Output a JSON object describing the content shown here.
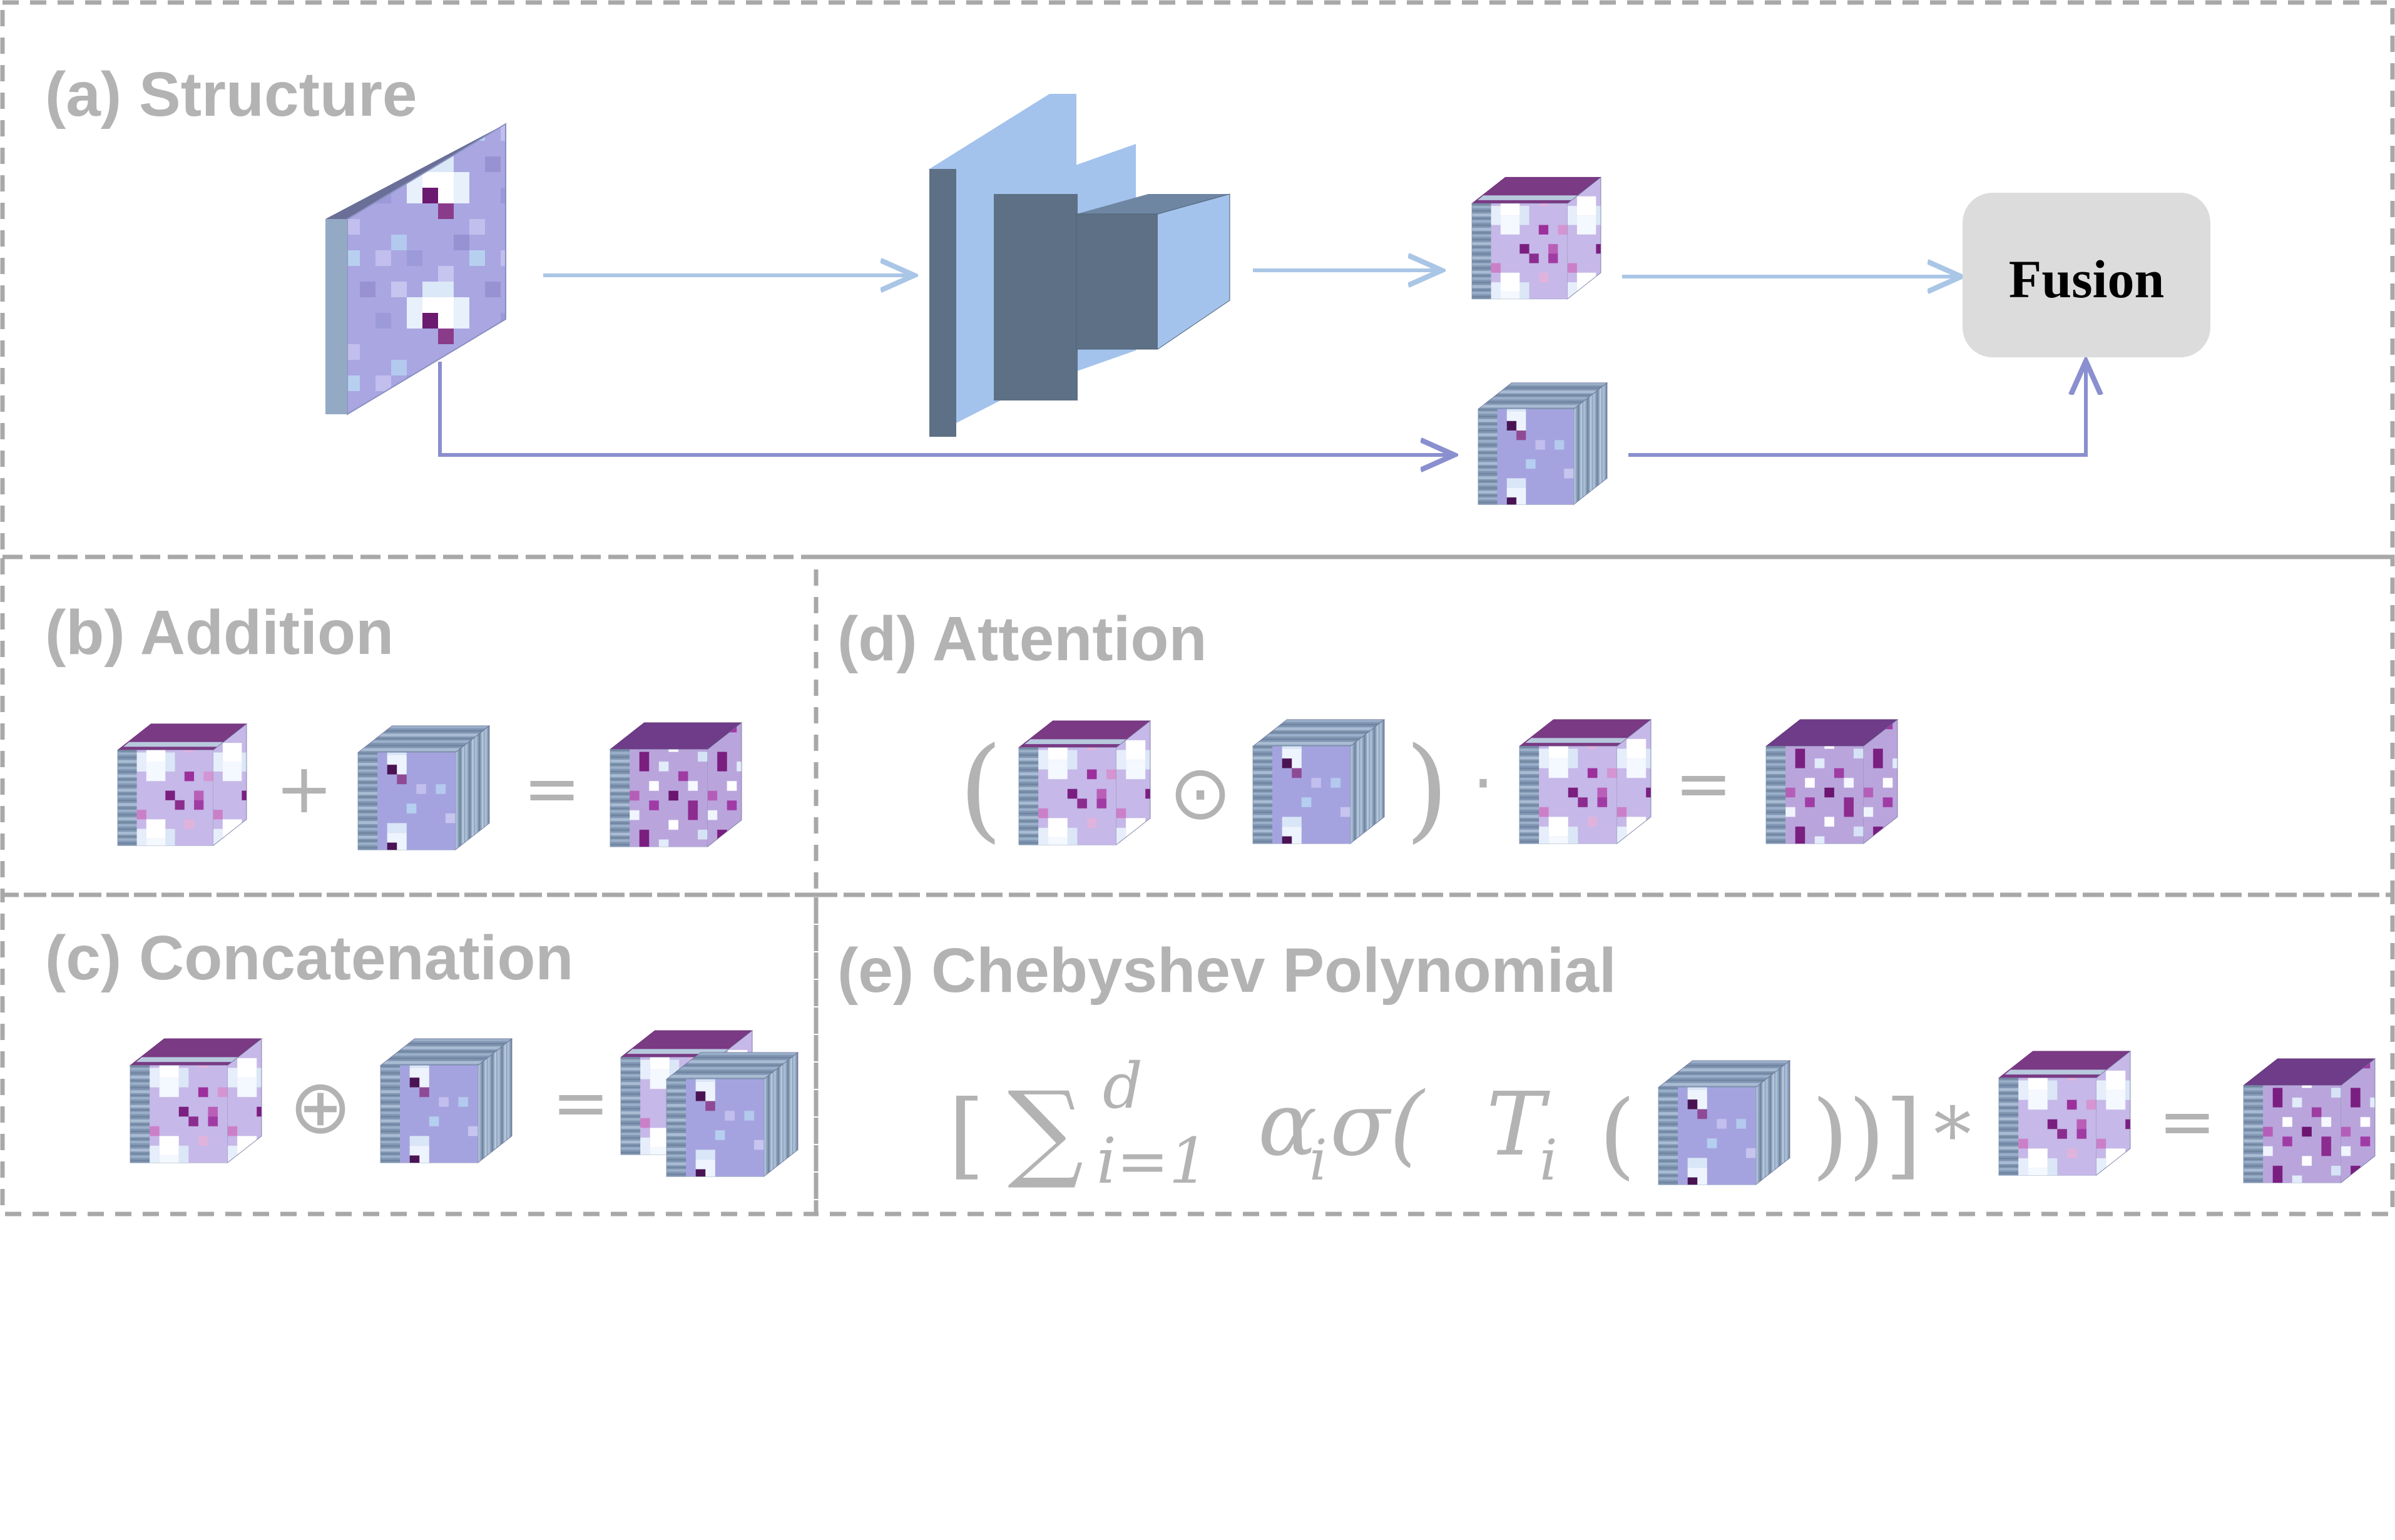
{
  "panels": {
    "a": {
      "title": "(a) Structure",
      "fusion_label": "Fusion"
    },
    "b": {
      "title": "(b) Addition",
      "plus": "+",
      "equals": "="
    },
    "c": {
      "title": "(c) Concatenation",
      "oplus": "⊕",
      "equals": "="
    },
    "d": {
      "title": "(d) Attention",
      "lparen": "(",
      "odot": "⊙",
      "rparen": ")",
      "dot": "·",
      "equals": "="
    },
    "e": {
      "title": "(e) Chebyshev Polynomial",
      "lbracket": "[",
      "sum": "∑",
      "sum_upper": "d",
      "sum_lower": "i=1",
      "alpha": "α",
      "alpha_sub": "i",
      "sigma_open": "σ(",
      "T": "T",
      "T_sub": "i",
      "inner_open": "(",
      "close": "))]",
      "star": "*",
      "equals": "="
    }
  },
  "colors": {
    "border": "#a8a8a8",
    "text": "#b3b3b3",
    "light_arrow": "#aac6e6",
    "dark_arrow": "#8a8fcf",
    "fusion_box": "#dcdcdc",
    "block_light": "#a3c3ec",
    "block_dark": "#5d7085",
    "cube_side": "#7d92ad",
    "cube_top": "#6a6f98"
  }
}
